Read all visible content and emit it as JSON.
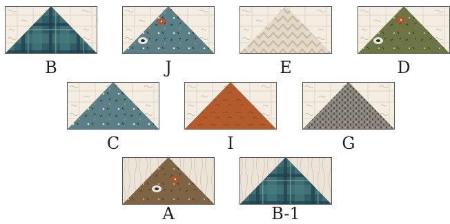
{
  "units": [
    {
      "label": "B",
      "fabric": "plaid"
    },
    {
      "label": "J",
      "fabric": "blue-fox"
    },
    {
      "label": "E",
      "fabric": "cream-chevron"
    },
    {
      "label": "D",
      "fabric": "green-fox"
    },
    {
      "label": "C",
      "fabric": "blue-leaf"
    },
    {
      "label": "I",
      "fabric": "rust"
    },
    {
      "label": "G",
      "fabric": "gray-seed"
    },
    {
      "label": "A",
      "fabric": "brown-fox"
    },
    {
      "label": "B-1",
      "fabric": "plaid"
    }
  ],
  "colors": {
    "background": "#f3ede2",
    "plaid": "#2f5e68",
    "blue": "#5b7f86",
    "green": "#6e7544",
    "brown": "#7e6443",
    "rust": "#b55a2a",
    "gray": "#7b7670",
    "cream": "#e6dccd"
  }
}
